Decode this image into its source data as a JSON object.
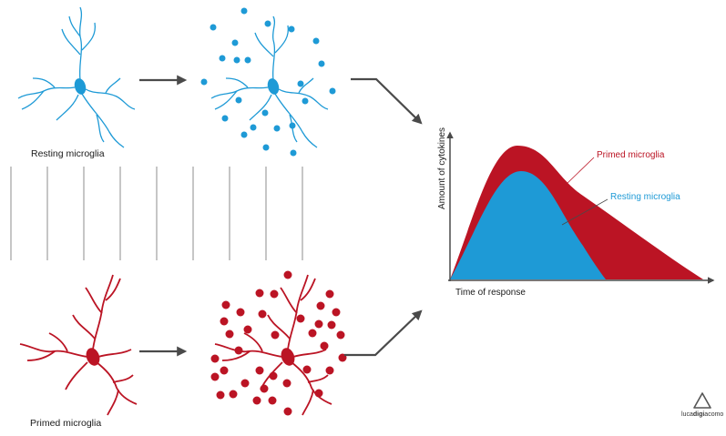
{
  "labels": {
    "resting": "Resting microglia",
    "primed": "Primed microglia"
  },
  "chart": {
    "xlabel": "Time of response",
    "ylabel": "Amount of cytokines",
    "legend_primed": "Primed microglia",
    "legend_resting": "Resting microglia"
  },
  "logo": {
    "part1": "luca",
    "part2": "digi",
    "part3": "acomo"
  },
  "colors": {
    "resting": "#1e9ad6",
    "primed": "#bb1424",
    "arrow": "#4a4a4a"
  }
}
